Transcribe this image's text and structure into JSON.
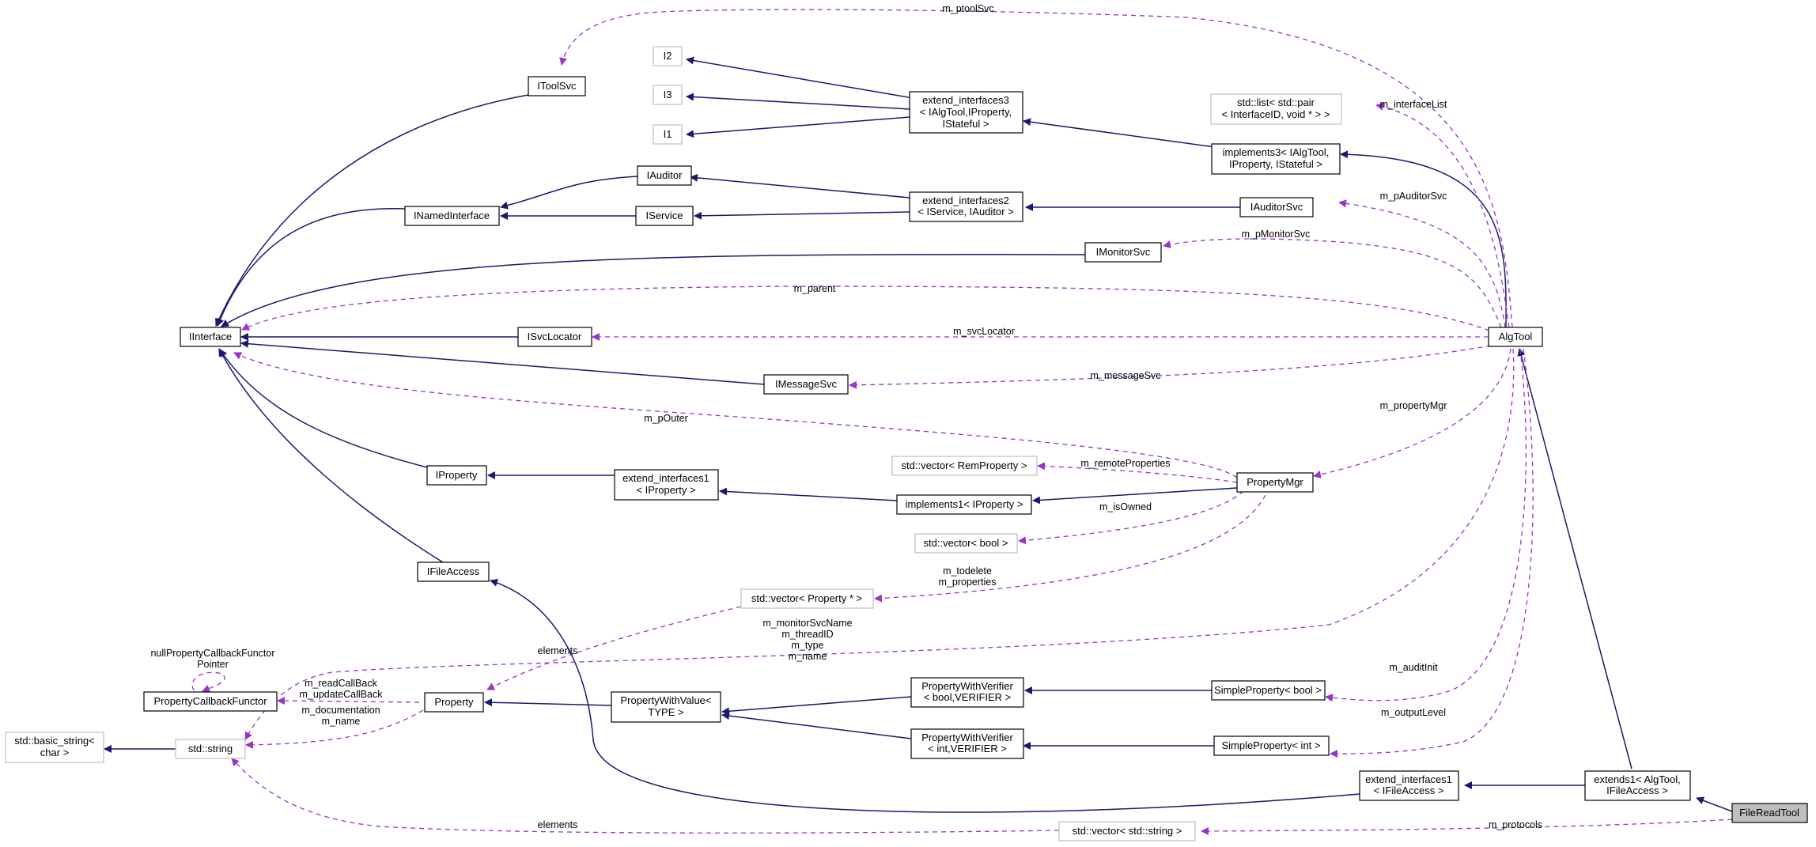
{
  "nodes": {
    "file_read_tool": "FileReadTool",
    "ifile_access": "IFileAccess",
    "iinterface": "IInterface",
    "inamed_interface": "INamedInterface",
    "iproperty": "IProperty",
    "itool_svc": "IToolSvc",
    "imonitor_svc": "IMonitorSvc",
    "isvc_locator": "ISvcLocator",
    "imessage_svc": "IMessageSvc",
    "iauditor": "IAuditor",
    "iservice": "IService",
    "iauditor_svc": "IAuditorSvc",
    "i2": "I2",
    "i3": "I3",
    "i1": "I1",
    "ext_if3": [
      "extend_interfaces3",
      "< IAlgTool,IProperty,",
      "IStateful >"
    ],
    "ext_if2": [
      "extend_interfaces2",
      "< IService, IAuditor >"
    ],
    "ext_if1_prop": [
      "extend_interfaces1",
      "< IProperty >"
    ],
    "impl3": [
      "implements3< IAlgTool,",
      "IProperty, IStateful >"
    ],
    "impl1": "implements1< IProperty >",
    "alg_tool": "AlgTool",
    "property_mgr": "PropertyMgr",
    "std_list": [
      "std::list< std::pair",
      "< InterfaceID, void * > >"
    ],
    "vec_rem": "std::vector< RemProperty >",
    "vec_bool": "std::vector< bool >",
    "vec_prop": "std::vector< Property * >",
    "property": "Property",
    "prop_callback": "PropertyCallbackFunctor",
    "std_string": "std::string",
    "basic_string": [
      "std::basic_string<",
      "char >"
    ],
    "prop_with_value": [
      "PropertyWithValue<",
      "TYPE >"
    ],
    "pwv_bool": [
      "PropertyWithVerifier",
      "< bool,VERIFIER >"
    ],
    "pwv_int": [
      "PropertyWithVerifier",
      "< int,VERIFIER >"
    ],
    "simple_bool": "SimpleProperty< bool >",
    "simple_int": "SimpleProperty< int >",
    "ext_if1_file": [
      "extend_interfaces1",
      "< IFileAccess >"
    ],
    "extends1": [
      "extends1< AlgTool,",
      "IFileAccess >"
    ],
    "vec_string": "std::vector< std::string >"
  },
  "edge_labels": {
    "m_ptoolSvc": "m_ptoolSvc",
    "m_interfaceList": "m_interfaceList",
    "m_pAuditorSvc": "m_pAuditorSvc",
    "m_pMonitorSvc": "m_pMonitorSvc",
    "m_parent": "m_parent",
    "m_svcLocator": "m_svcLocator",
    "m_messageSvc": "m_messageSvc",
    "m_pOuter": "m_pOuter",
    "m_propertyMgr": "m_propertyMgr",
    "m_remoteProperties": "m_remoteProperties",
    "m_isOwned": "m_isOwned",
    "m_todelete": [
      "m_todelete",
      "m_properties"
    ],
    "elements_prop": "elements",
    "alg_strings": [
      "m_monitorSvcName",
      "m_threadID",
      "m_type",
      "m_name"
    ],
    "null_callback": [
      "nullPropertyCallbackFunctor",
      "Pointer"
    ],
    "callbacks": [
      "m_readCallBack",
      "m_updateCallBack"
    ],
    "doc_name": [
      "m_documentation",
      "m_name"
    ],
    "m_auditInit": "m_auditInit",
    "m_outputLevel": "m_outputLevel",
    "elements_string": "elements",
    "m_protocols": "m_protocols"
  },
  "colors": {
    "inheritance": "#191970",
    "usage": "#9a32cd",
    "focus_fill": "#bfbfbf",
    "external_border": "#bfbfbf"
  }
}
